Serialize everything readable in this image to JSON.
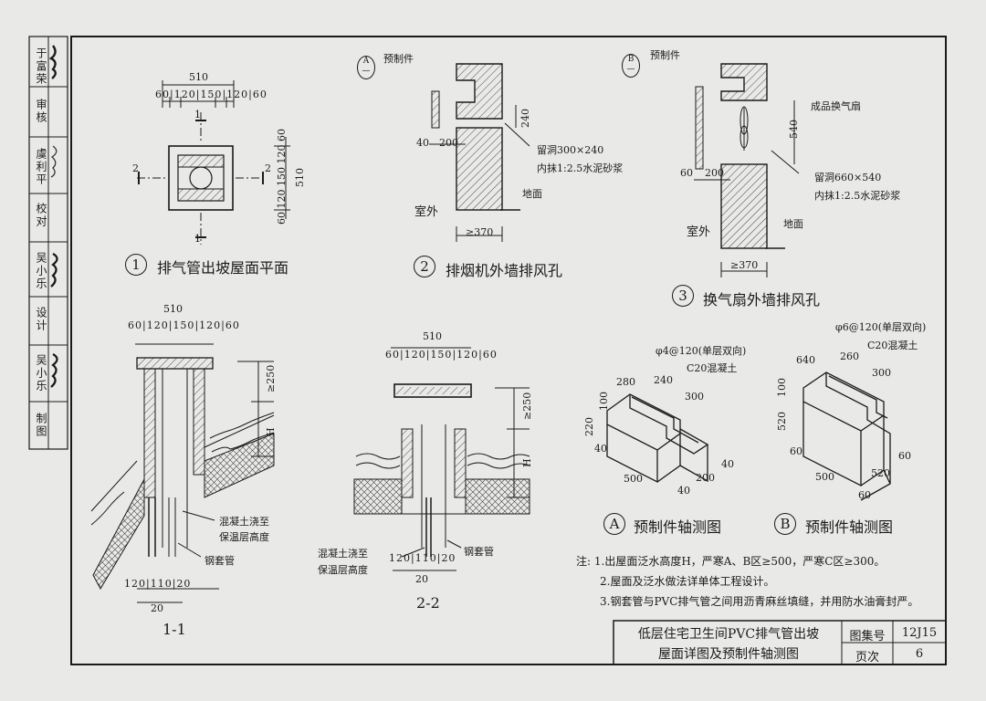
{
  "sidebar": {
    "rows": [
      {
        "label": "审核",
        "name": "于富荣",
        "sig": "于富荣"
      },
      {
        "label": "校对",
        "name": "虞利平",
        "sig": "虞利平"
      },
      {
        "label": "设计",
        "name": "吴小乐",
        "sig": "吴小乐"
      },
      {
        "label": "制图",
        "name": "吴小乐",
        "sig": "吴小乐"
      }
    ]
  },
  "detail1": {
    "num": "1",
    "title": "排气管出坡屋面平面",
    "dim_total": "510",
    "dim_parts": [
      "60",
      "120",
      "150",
      "120",
      "60"
    ],
    "section_mark": "1",
    "section_mark2": "2"
  },
  "detail2": {
    "num": "2",
    "title": "排烟机外墙排风孔",
    "ref": "A",
    "ref_sub": "—",
    "prefab": "预制件",
    "dim_240": "240",
    "dim_40": "40",
    "dim_200": "200",
    "hole": "留洞300×240",
    "plaster": "内抹1:2.5水泥砂浆",
    "outside": "室外",
    "ground": "地面",
    "wall": "≥370"
  },
  "detail3": {
    "num": "3",
    "title": "换气扇外墙排风孔",
    "ref": "B",
    "prefab": "预制件",
    "fan": "成品换气扇",
    "dim_540": "540",
    "dim_60": "60",
    "dim_200": "200",
    "hole": "留洞660×540",
    "plaster": "内抹1:2.5水泥砂浆",
    "outside": "室外",
    "ground": "地面",
    "wall": "≥370"
  },
  "section11": {
    "title": "1-1",
    "dim_total": "510",
    "dim_parts": [
      "60",
      "120",
      "150",
      "120",
      "60"
    ],
    "h250": "≥250",
    "h": "H",
    "concrete": "混凝土浇至",
    "insul": "保温层高度",
    "steel": "钢套管",
    "bottom": [
      "120",
      "110",
      "20"
    ],
    "bottom_20": "20"
  },
  "section22": {
    "title": "2-2",
    "dim_total": "510",
    "dim_parts": [
      "60",
      "120",
      "150",
      "120",
      "60"
    ],
    "h250": "≥250",
    "h": "H",
    "concrete": "混凝土浇至",
    "insul": "保温层高度",
    "steel": "钢套管",
    "bottom": [
      "120",
      "110",
      "20"
    ],
    "bottom_20": "20"
  },
  "axoA": {
    "num": "A",
    "title": "预制件轴测图",
    "rebar": "φ4@120(单层双向)",
    "concrete": "C20混凝土",
    "dims": [
      "280",
      "240",
      "300",
      "220",
      "100",
      "40",
      "500",
      "200",
      "40",
      "40"
    ]
  },
  "axoB": {
    "num": "B",
    "title": "预制件轴测图",
    "rebar": "φ6@120(单层双向)",
    "concrete": "C20混凝土",
    "dims": [
      "640",
      "260",
      "300",
      "100",
      "520",
      "60",
      "500",
      "520",
      "60",
      "60"
    ]
  },
  "notes": {
    "lead": "注:",
    "items": [
      "1.出屋面泛水高度H，严寒A、B区≥500，严寒C区≥300。",
      "2.屋面及泛水做法详单体工程设计。",
      "3.钢套管与PVC排气管之间用沥青麻丝填缝，并用防水油膏封严。"
    ]
  },
  "titleblock": {
    "title1": "低层住宅卫生间PVC排气管出坡",
    "title2": "屋面详图及预制件轴测图",
    "atlas_label": "图集号",
    "atlas_no": "12J15",
    "page_label": "页次",
    "page_no": "6"
  }
}
